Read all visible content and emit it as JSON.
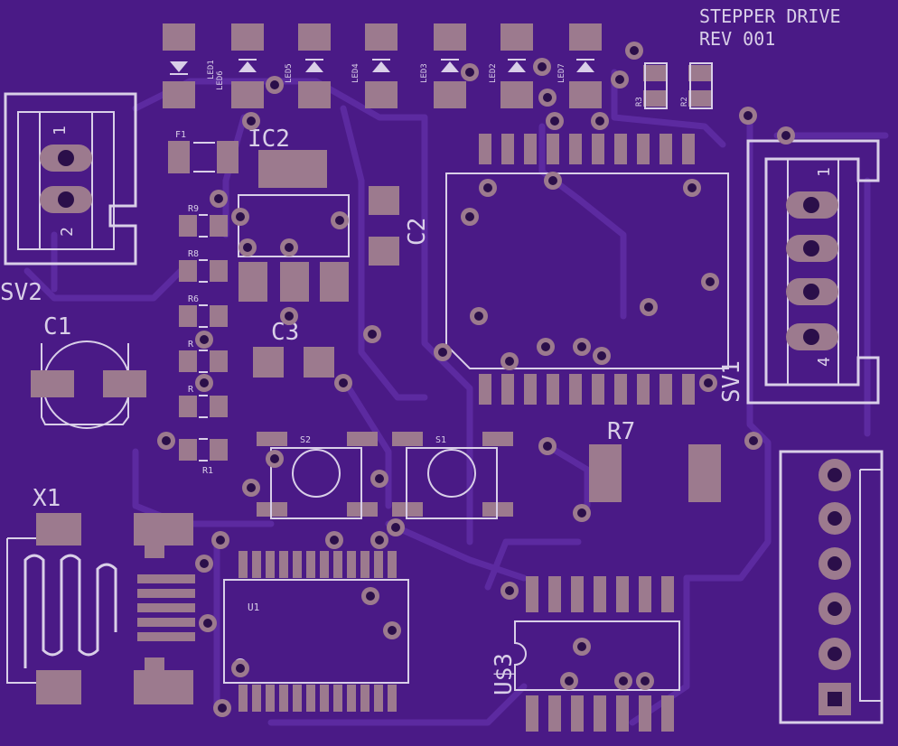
{
  "board": {
    "title": "STEPPER DRIVE",
    "revision": "REV 001",
    "colors": {
      "background": "#4a1a86",
      "trace": "#5c2aa0",
      "pad": "#9c7a8e",
      "silkscreen": "#d9cfe8",
      "drill": "#2b0f4a"
    }
  },
  "labels": {
    "led1": "LED1",
    "led2": "LED2",
    "led3": "LED3",
    "led4": "LED4",
    "led5": "LED5",
    "led6": "LED6",
    "led7": "LED7",
    "r1": "R1",
    "r2": "R2",
    "r3": "R3",
    "r4": "R",
    "r5": "R",
    "r6": "R6",
    "r7": "R7",
    "r8": "R8",
    "r9": "R9",
    "f1": "F1",
    "ic2": "IC2",
    "c1": "C1",
    "c2": "C2",
    "c3": "C3",
    "s1": "S1",
    "s2": "S2",
    "u1": "U1",
    "us3": "U$3",
    "x1": "X1",
    "sv1": "SV1",
    "sv2": "SV2",
    "sv1_pin1": "1",
    "sv1_pin4": "4",
    "sv2_pin1": "1",
    "sv2_pin2": "2"
  }
}
